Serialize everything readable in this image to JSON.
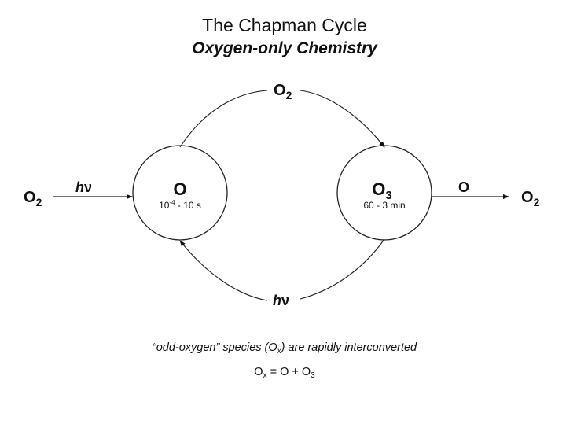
{
  "title": "The Chapman Cycle",
  "subtitle": "Oxygen-only Chemistry",
  "nodes": {
    "o_atom": {
      "label": "O",
      "lifetime_base": "10",
      "lifetime_exp": "-4",
      "lifetime_rest": " - 10 s"
    },
    "ozone": {
      "label": "O",
      "sub": "3",
      "lifetime": "60 - 3 min"
    }
  },
  "labels": {
    "left_o2": {
      "label": "O",
      "sub": "2"
    },
    "right_o2": {
      "label": "O",
      "sub": "2"
    },
    "top_o2": {
      "label": "O",
      "sub": "2"
    },
    "left_hv": {
      "h": "h",
      "nu": "ν"
    },
    "bottom_hv": {
      "h": "h",
      "nu": "ν"
    },
    "right_o": "O"
  },
  "notes": {
    "line1_pre": "“odd-oxygen” species (O",
    "line1_sub": "x",
    "line1_post": ") are rapidly interconverted",
    "eq_o": "O",
    "eq_x": "x",
    "eq_mid": " = O + O",
    "eq_3": "3"
  }
}
